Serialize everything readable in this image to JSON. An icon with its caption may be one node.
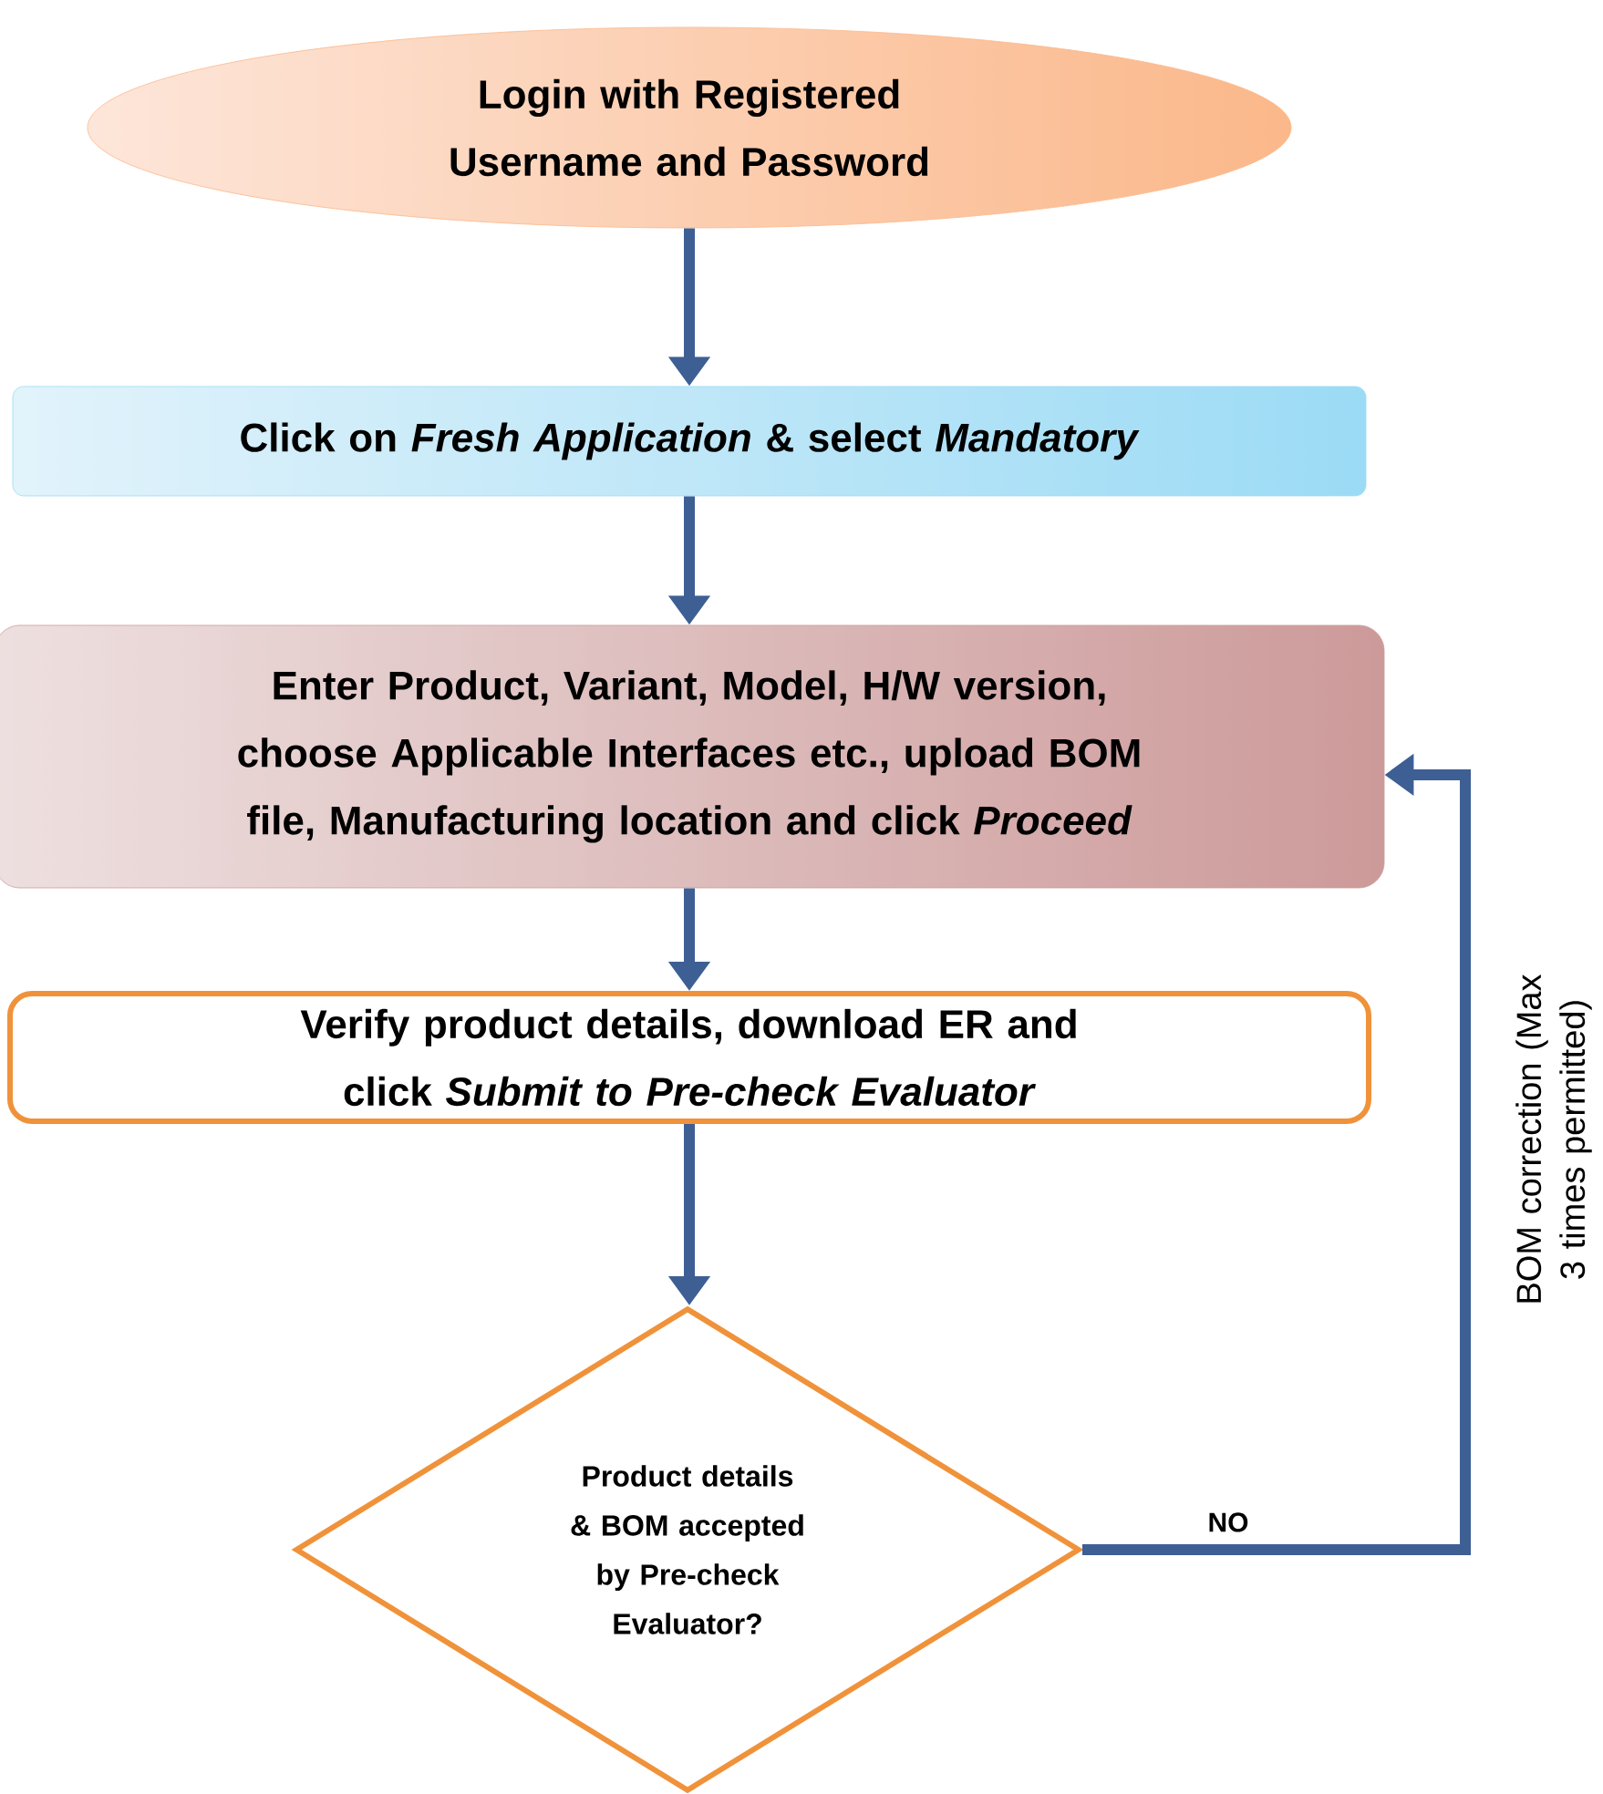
{
  "diagram": {
    "nodes": [
      {
        "text": [
          "Login with Registered Username and Password"
        ]
      },
      {
        "text": [
          "Click on *Fresh Application* & select *Mandatory*"
        ]
      },
      {
        "text": [
          "Enter Product, Variant, Model, H/W version, choose Applicable Interfaces etc., upload BOM file, Manufacturing location and click *Proceed*"
        ]
      },
      {
        "text": [
          "Verify product details, download ER and click *Submit to Pre-check Evaluator*"
        ]
      },
      {
        "text": [
          "Product details & BOM accepted by Pre-check Evaluator?"
        ]
      }
    ],
    "edges": [
      {
        "from": 0,
        "to": 1,
        "arrow": "to"
      },
      {
        "from": 1,
        "to": 2,
        "arrow": "to"
      },
      {
        "from": 2,
        "to": 3,
        "arrow": "to"
      },
      {
        "from": 3,
        "to": 4,
        "arrow": "to"
      },
      {
        "from": 4,
        "to": 2,
        "arrow": "to",
        "label": "NO"
      }
    ],
    "labels": [
      "BOM correction (Max 3 times permitted)"
    ]
  }
}
